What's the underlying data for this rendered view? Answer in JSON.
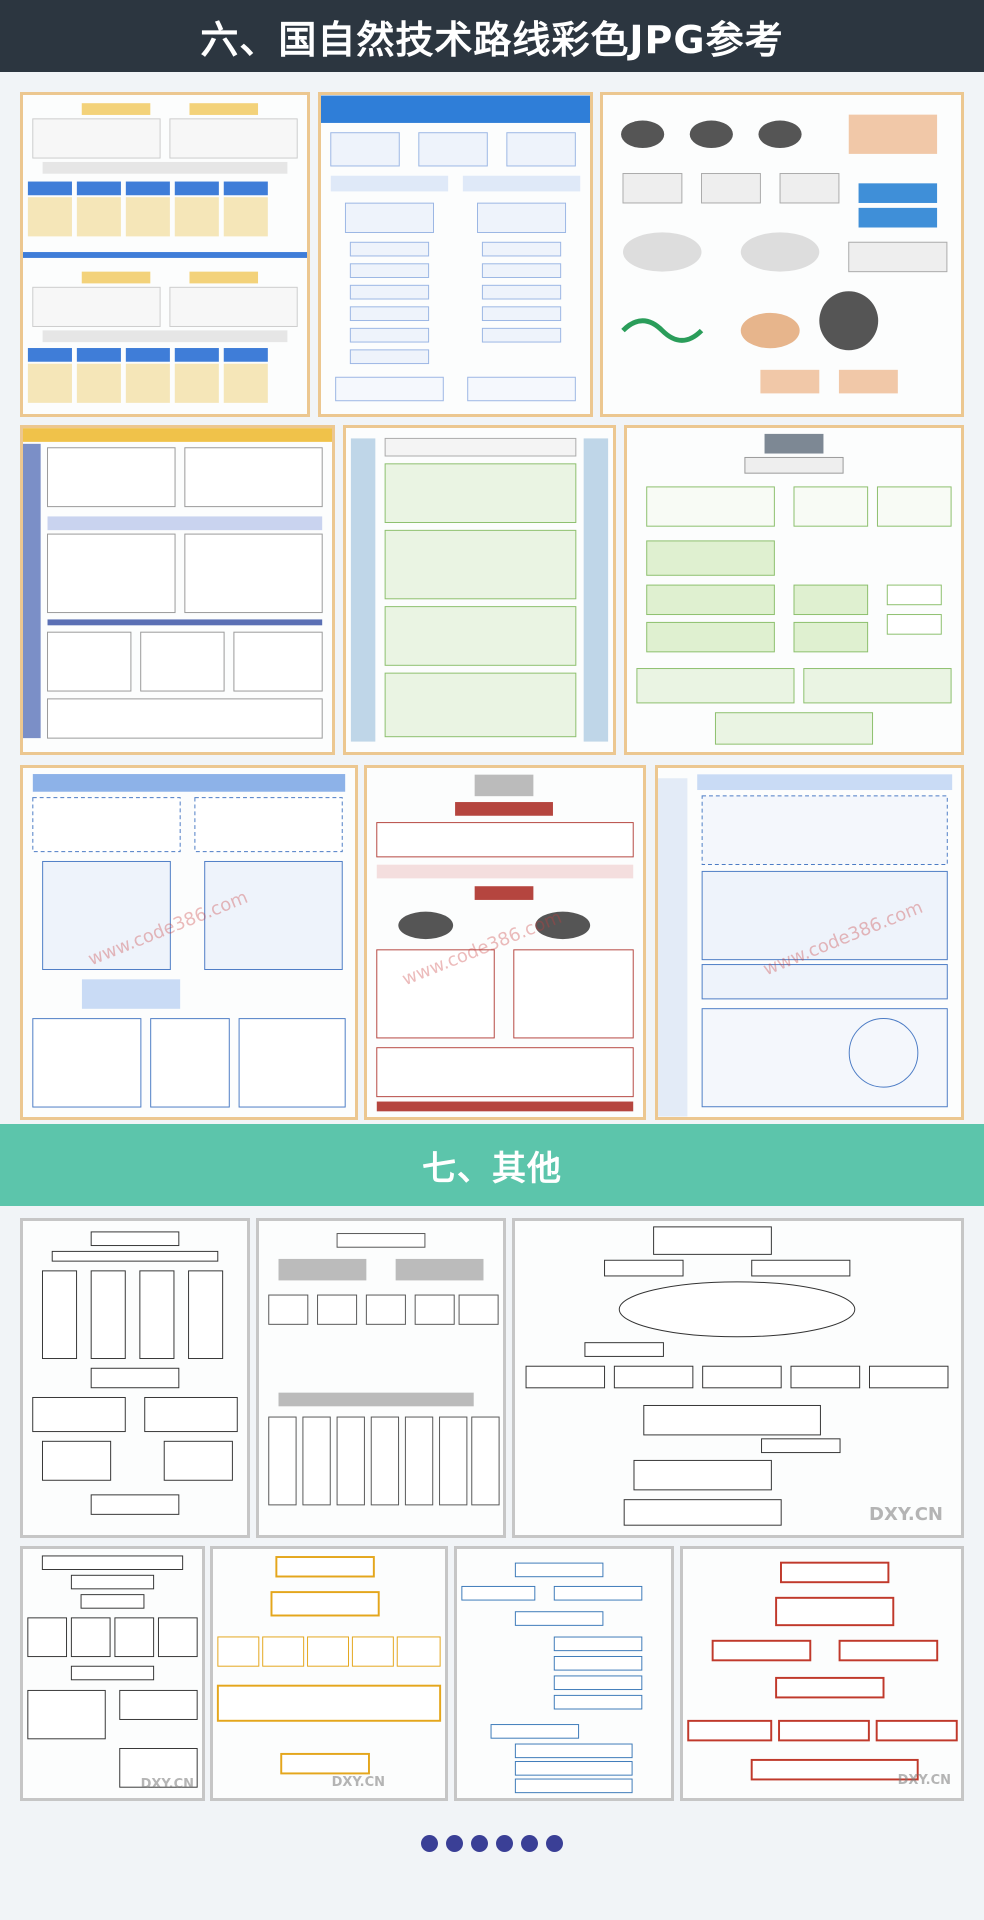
{
  "sections": {
    "route_title": "六、国自然技术路线彩色JPG参考",
    "other_title": "七、其他"
  },
  "watermarks": {
    "site": "www.code386.com",
    "dxy": "DXY.CN"
  },
  "pagination": {
    "dot_count": 6,
    "dot_color": "#3a3f96"
  },
  "colors": {
    "top_banner": "#2c3640",
    "mid_banner": "#5cc5ab",
    "thumb_border": "#ecc790",
    "thumb_border_grey": "#c6c6c6"
  }
}
